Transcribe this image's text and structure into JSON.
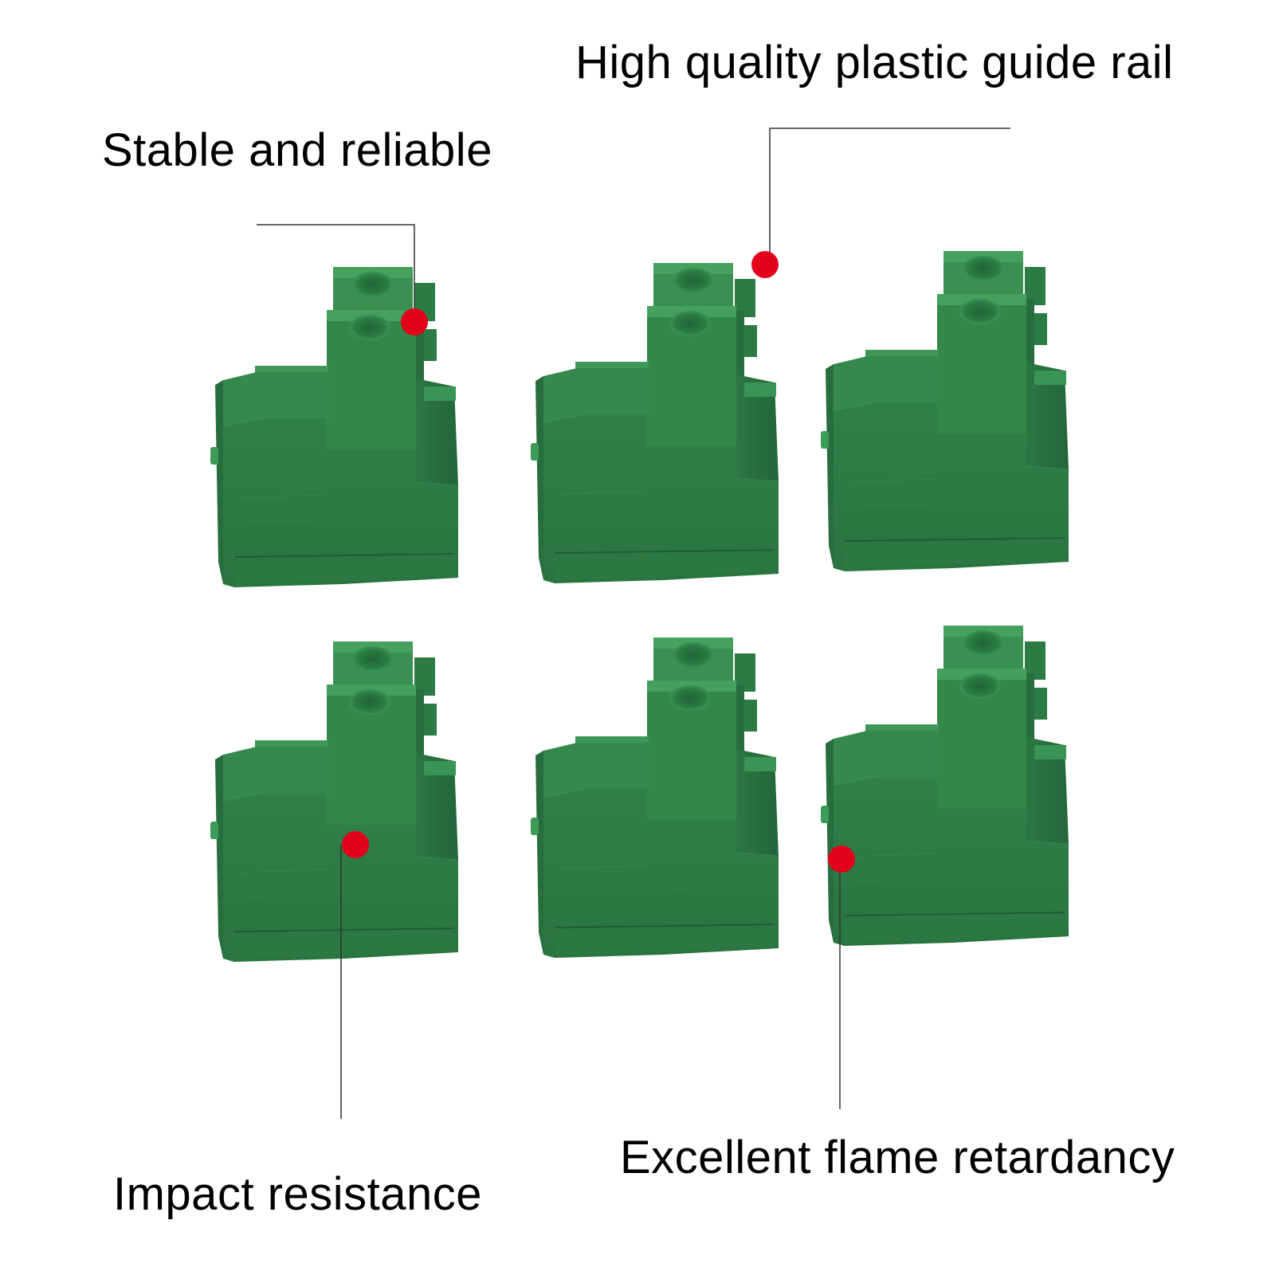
{
  "callouts": {
    "guide_rail": "High quality plastic guide rail",
    "stable": "Stable and reliable",
    "impact": "Impact resistance",
    "flame": "Excellent flame retardancy"
  },
  "product": {
    "item_count": 6,
    "body_color": "#2f7d45",
    "marker_color": "#e3001b",
    "leader_color": "#333333"
  }
}
